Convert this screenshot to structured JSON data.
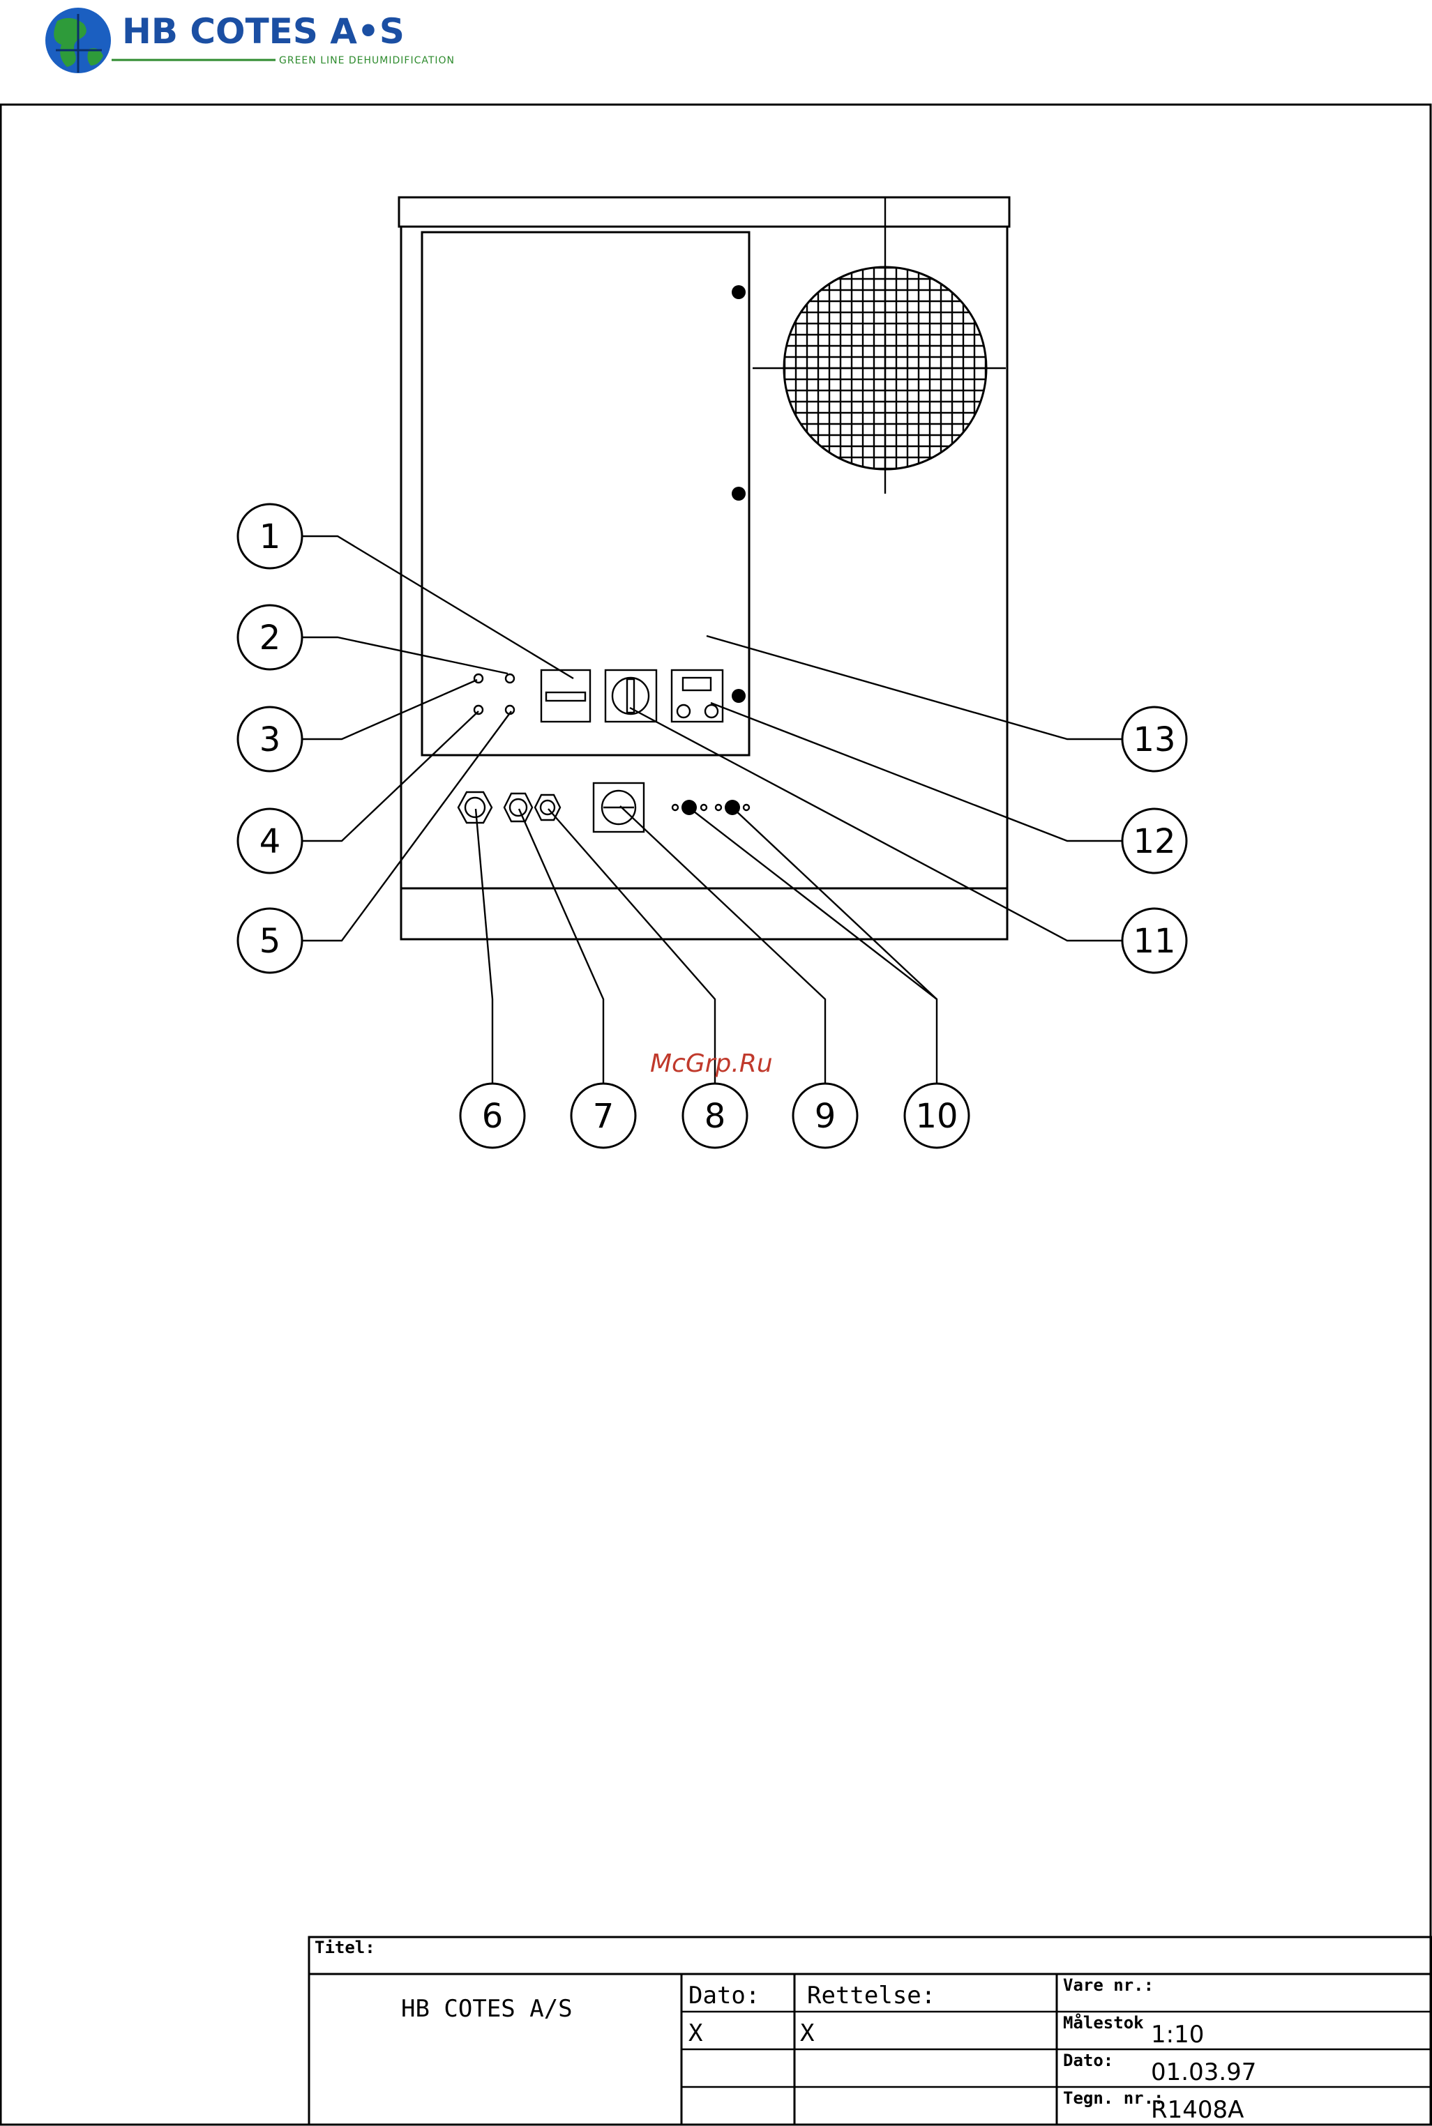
{
  "logo": {
    "name": "HB COTES A•S",
    "tagline": "GREEN LINE DEHUMIDIFICATION"
  },
  "watermark": "McGrp.Ru",
  "callouts": [
    "1",
    "2",
    "3",
    "4",
    "5",
    "6",
    "7",
    "8",
    "9",
    "10",
    "11",
    "12",
    "13"
  ],
  "title_block": {
    "titel_label": "Titel:",
    "company": "HB COTES A/S",
    "dato_header": "Dato:",
    "rettelse_header": "Rettelse:",
    "row_dato": "X",
    "row_rettelse": "X",
    "vare_label": "Vare nr.:",
    "malestok_label": "Målestok",
    "malestok_value": "1:10",
    "dato_label": "Dato:",
    "dato_value": "01.03.97",
    "tegn_label": "Tegn. nr.:",
    "tegn_value": "R1408A"
  },
  "colors": {
    "logo_blue": "#1b4fa3",
    "logo_green": "#2e8b2e",
    "watermark_red": "#c0392b"
  }
}
